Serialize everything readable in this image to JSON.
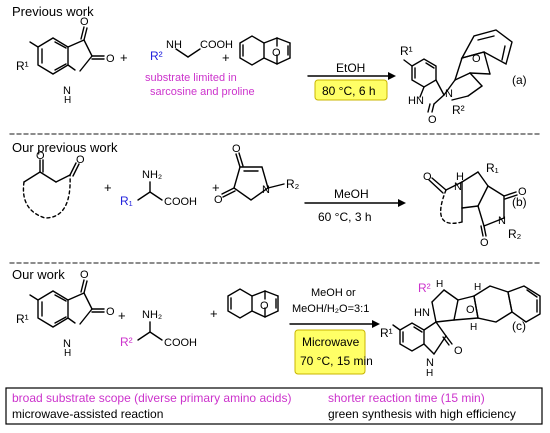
{
  "sections": {
    "a": {
      "heading": "Previous work",
      "tag": "(a)",
      "reagent": "EtOH",
      "conditions": "80 °C, 6 h",
      "note_line1": "substrate limited in",
      "note_line2": "sarcosine and proline"
    },
    "b": {
      "heading": "Our previous work",
      "tag": "(b)",
      "reagent": "MeOH",
      "conditions": "60 °C, 3 h"
    },
    "c": {
      "heading": "Our  work",
      "tag": "(c)",
      "reagent_line1": "MeOH or",
      "reagent_line2": "MeOH/H₂O=3:1",
      "method": "Microwave",
      "conditions": "70 °C, 15 min"
    }
  },
  "atoms": {
    "O": "O",
    "N": "N",
    "NH": "NH",
    "HN": "HN",
    "H": "H",
    "NH2": "NH₂",
    "COOH": "COOH",
    "R1": "R¹",
    "R2": "R²",
    "R1b": "R₁",
    "R2b": "R₂",
    "plus": "+"
  },
  "highlights": {
    "left1": "broad substrate scope (diverse primary amino acids)",
    "left2": "microwave-assisted reaction",
    "right1": "shorter reaction time (15 min)",
    "right2": "green synthesis with high efficiency"
  },
  "colors": {
    "magenta": "#cc33cc",
    "blue": "#2222dd",
    "highlight": "#ffff66",
    "divider": "#666666"
  }
}
